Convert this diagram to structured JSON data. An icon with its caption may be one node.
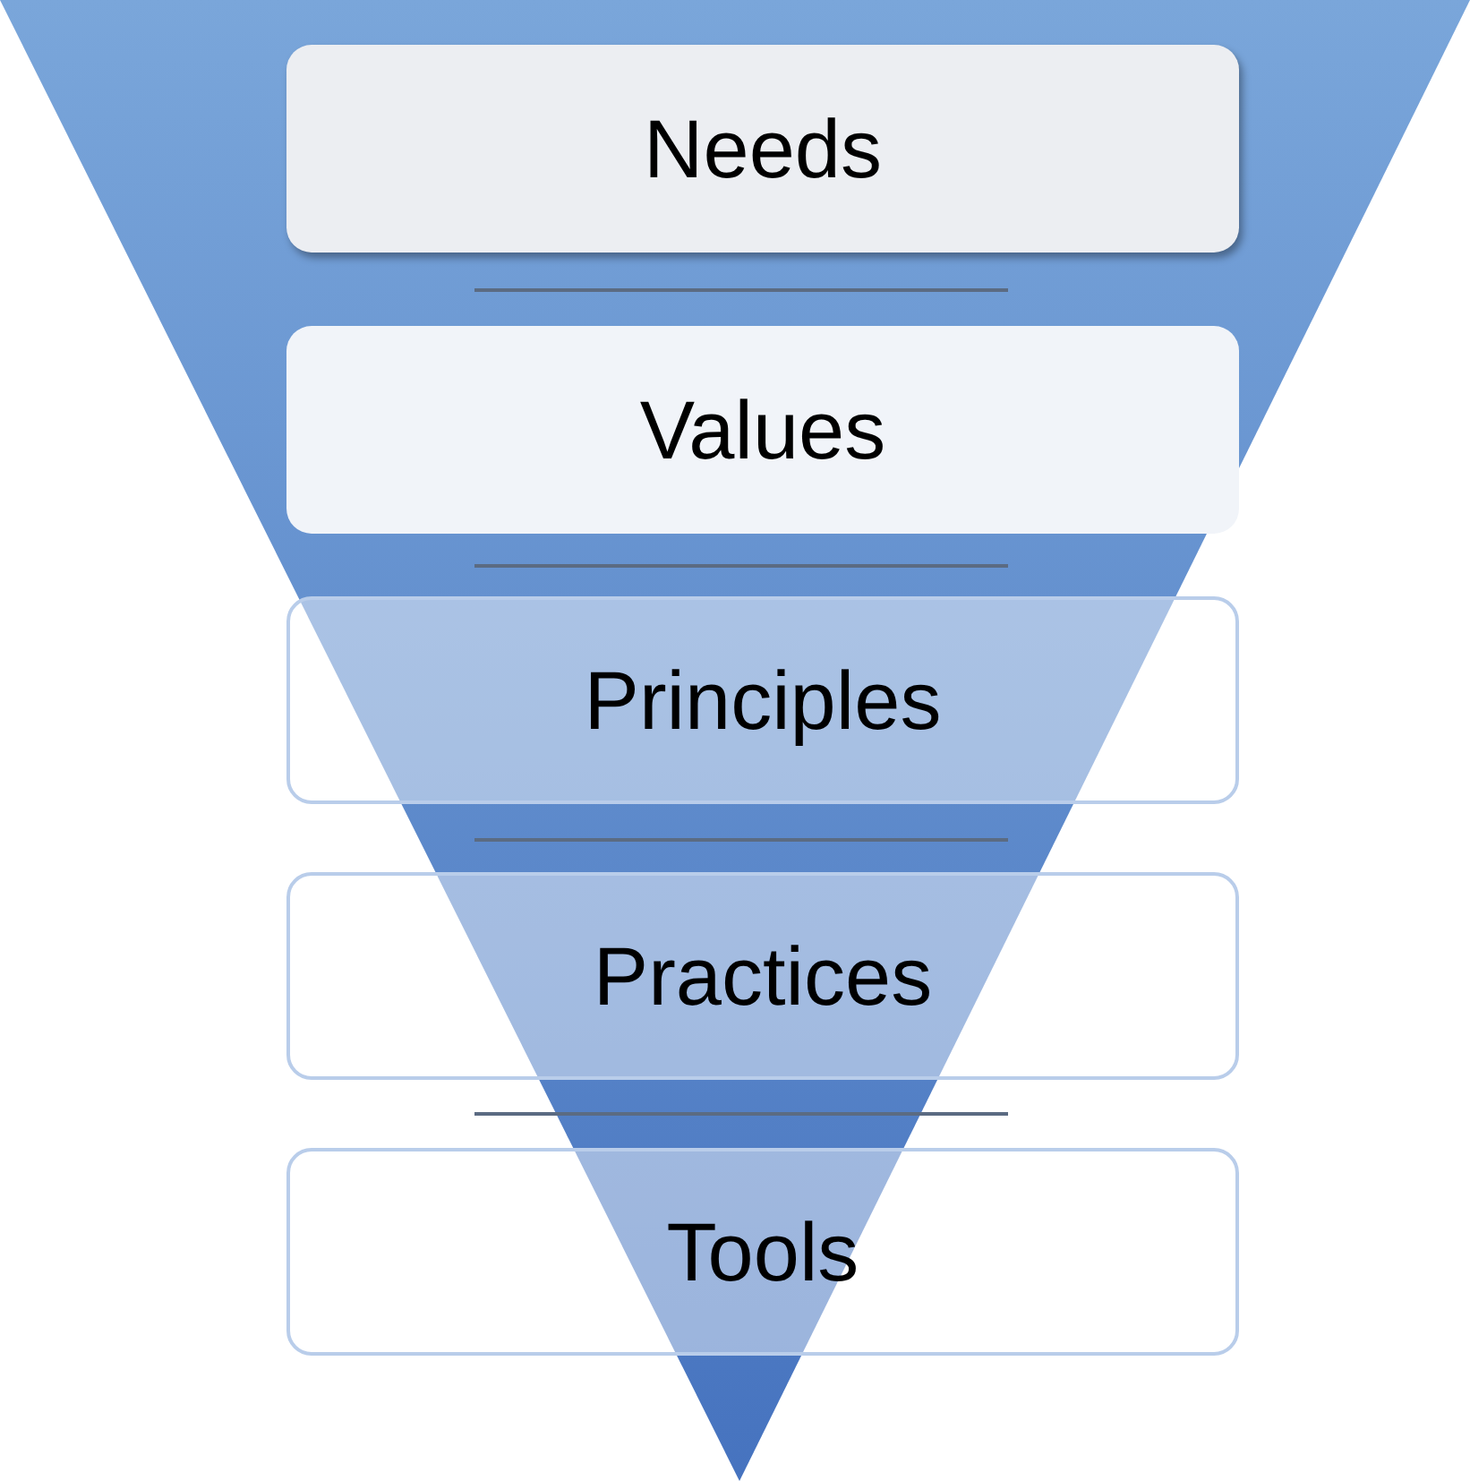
{
  "diagram": {
    "nodes": [
      {
        "text": [
          "Needs"
        ]
      },
      {
        "text": [
          "Values"
        ]
      },
      {
        "text": [
          "Principles"
        ]
      },
      {
        "text": [
          "Practices"
        ]
      },
      {
        "text": [
          "Tools"
        ]
      }
    ]
  }
}
